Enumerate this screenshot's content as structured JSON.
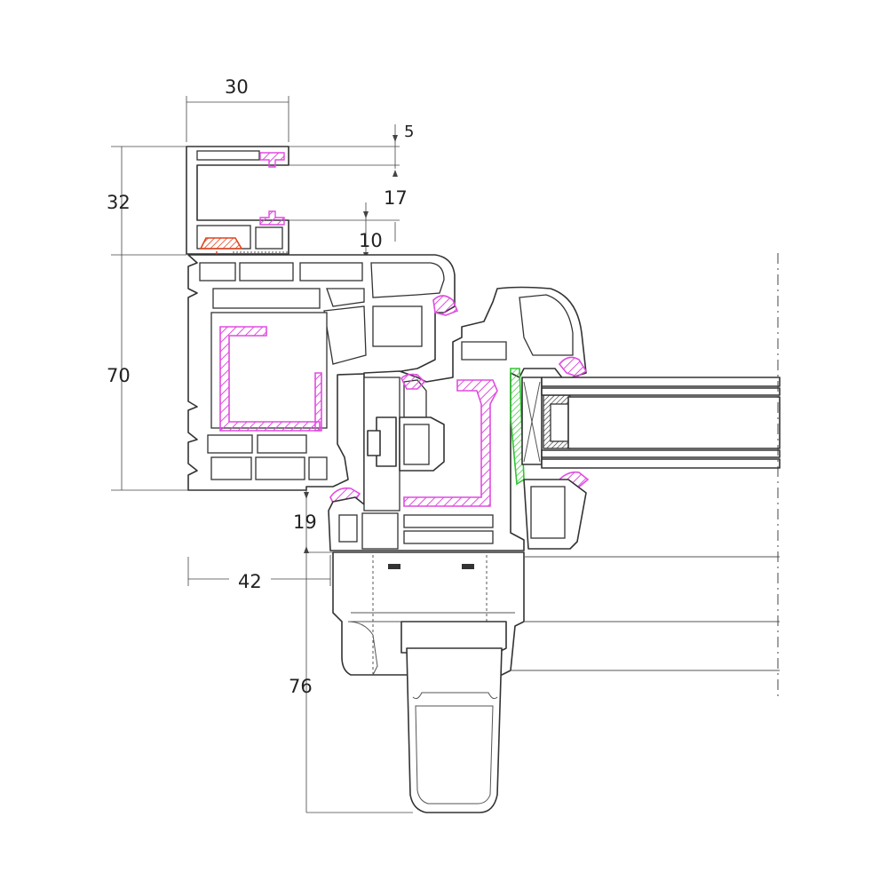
{
  "drawing": {
    "dimensions": {
      "top_width": "30",
      "small_top": "5",
      "gap": "17",
      "offset": "10",
      "upper_height": "32",
      "frame_height": "70",
      "sill": "19",
      "frame_depth": "42",
      "handle_depth": "76"
    }
  },
  "colors": {
    "reinforcement_hatch": "#e04ce0",
    "seal": "#e04ce0",
    "screw": "#e0431c",
    "glazing_tape": "#33c433",
    "outline": "#333333"
  }
}
